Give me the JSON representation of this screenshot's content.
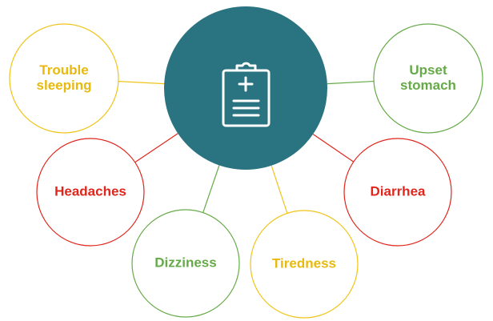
{
  "colors": {
    "center_fill": "#2a7380",
    "icon_stroke": "#ffffff",
    "yellow": "#f0c419",
    "yellow_text": "#e8b90e",
    "red": "#e0261c",
    "green": "#66aa48"
  },
  "center": {
    "icon": "medical-clipboard-icon"
  },
  "symptoms": [
    {
      "id": "trouble-sleeping",
      "lines": [
        "Trouble",
        "sleeping"
      ],
      "tone": "yellow"
    },
    {
      "id": "headaches",
      "lines": [
        "Headaches"
      ],
      "tone": "red"
    },
    {
      "id": "dizziness",
      "lines": [
        "Dizziness"
      ],
      "tone": "green"
    },
    {
      "id": "tiredness",
      "lines": [
        "Tiredness"
      ],
      "tone": "yellow"
    },
    {
      "id": "diarrhea",
      "lines": [
        "Diarrhea"
      ],
      "tone": "red"
    },
    {
      "id": "upset-stomach",
      "lines": [
        "Upset",
        "stomach"
      ],
      "tone": "green"
    }
  ]
}
